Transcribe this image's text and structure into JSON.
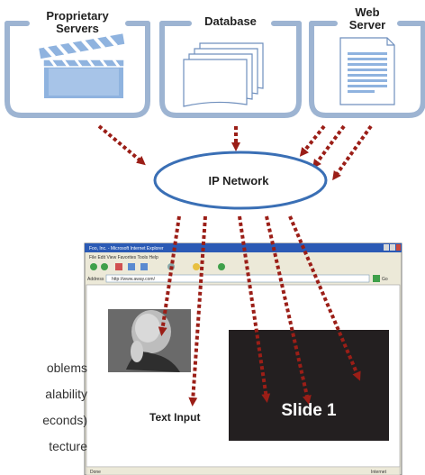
{
  "sources": [
    {
      "label_lines": [
        "Proprietary",
        "Servers"
      ],
      "icon": "clapperboard-icon"
    },
    {
      "label_lines": [
        "Database"
      ],
      "icon": "document-stack-icon"
    },
    {
      "label_lines": [
        "Web",
        "Server"
      ],
      "icon": "web-page-icon"
    }
  ],
  "network": {
    "label": "IP Network"
  },
  "browser": {
    "title": "Foo, Inc. - Microsoft Internet Explorer",
    "menu": "File   Edit   View   Favorites   Tools   Help",
    "address_label": "Address",
    "address": "http://www.away.com/",
    "go": "Go",
    "status_left": "Done",
    "status_right": "Internet",
    "text_input_label": "Text Input",
    "slide_label": "Slide 1"
  },
  "side_text": [
    "oblems",
    "alability",
    "econds)",
    "tecture"
  ],
  "colors": {
    "frame": "#9db4d2",
    "arrow": "#9b1e17",
    "ellipse_stroke": "#3a6fb5",
    "icon_fill": "#8fb3df",
    "slide_bg": "#231f20"
  }
}
